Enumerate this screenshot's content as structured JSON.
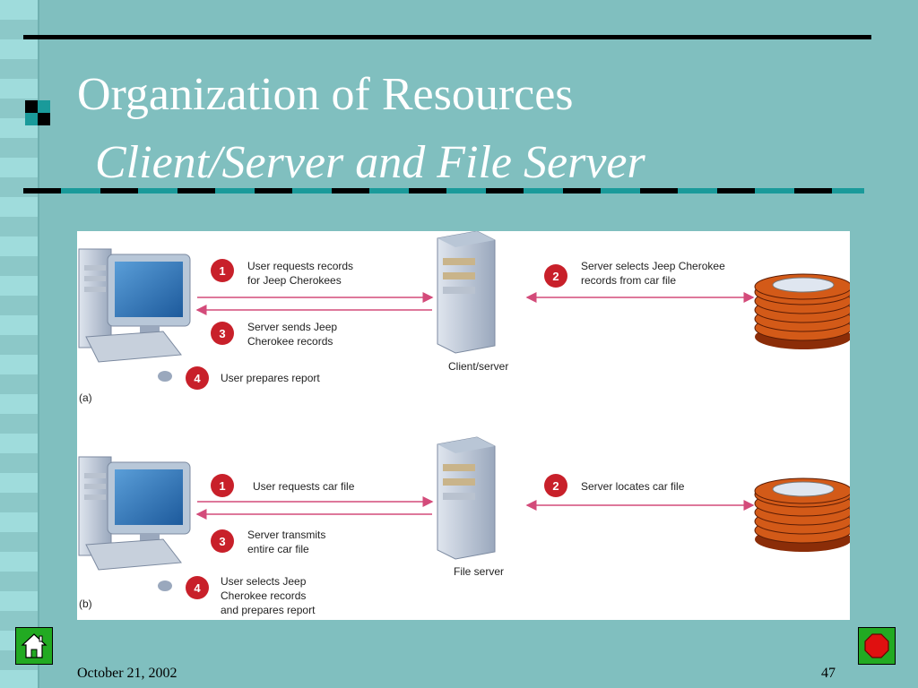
{
  "slide": {
    "title": "Organization of Resources",
    "subtitle": "Client/Server and File Server",
    "date": "October 21, 2002",
    "page": "47"
  },
  "panel_a": {
    "tag": "(a)",
    "server_label": "Client/server",
    "steps": [
      {
        "num": "1",
        "lines": [
          "User requests records",
          "for Jeep Cherokees"
        ]
      },
      {
        "num": "2",
        "lines": [
          "Server selects Jeep Cherokee",
          "records from car file"
        ]
      },
      {
        "num": "3",
        "lines": [
          "Server sends Jeep",
          "Cherokee records"
        ]
      },
      {
        "num": "4",
        "lines": [
          "User prepares report"
        ]
      }
    ]
  },
  "panel_b": {
    "tag": "(b)",
    "server_label": "File server",
    "steps": [
      {
        "num": "1",
        "lines": [
          "User requests car file"
        ]
      },
      {
        "num": "2",
        "lines": [
          "Server locates car file"
        ]
      },
      {
        "num": "3",
        "lines": [
          "Server transmits",
          "entire car file"
        ]
      },
      {
        "num": "4",
        "lines": [
          "User selects Jeep",
          "Cherokee records",
          "and prepares report"
        ]
      }
    ]
  },
  "colors": {
    "background": "#80bfbf",
    "step_circle": "#c8202a",
    "arrow": "#d34b7a",
    "disk": "#d35a18"
  },
  "icons": [
    "home-icon",
    "stop-icon",
    "computer-icon",
    "server-icon",
    "database-disk-icon"
  ]
}
